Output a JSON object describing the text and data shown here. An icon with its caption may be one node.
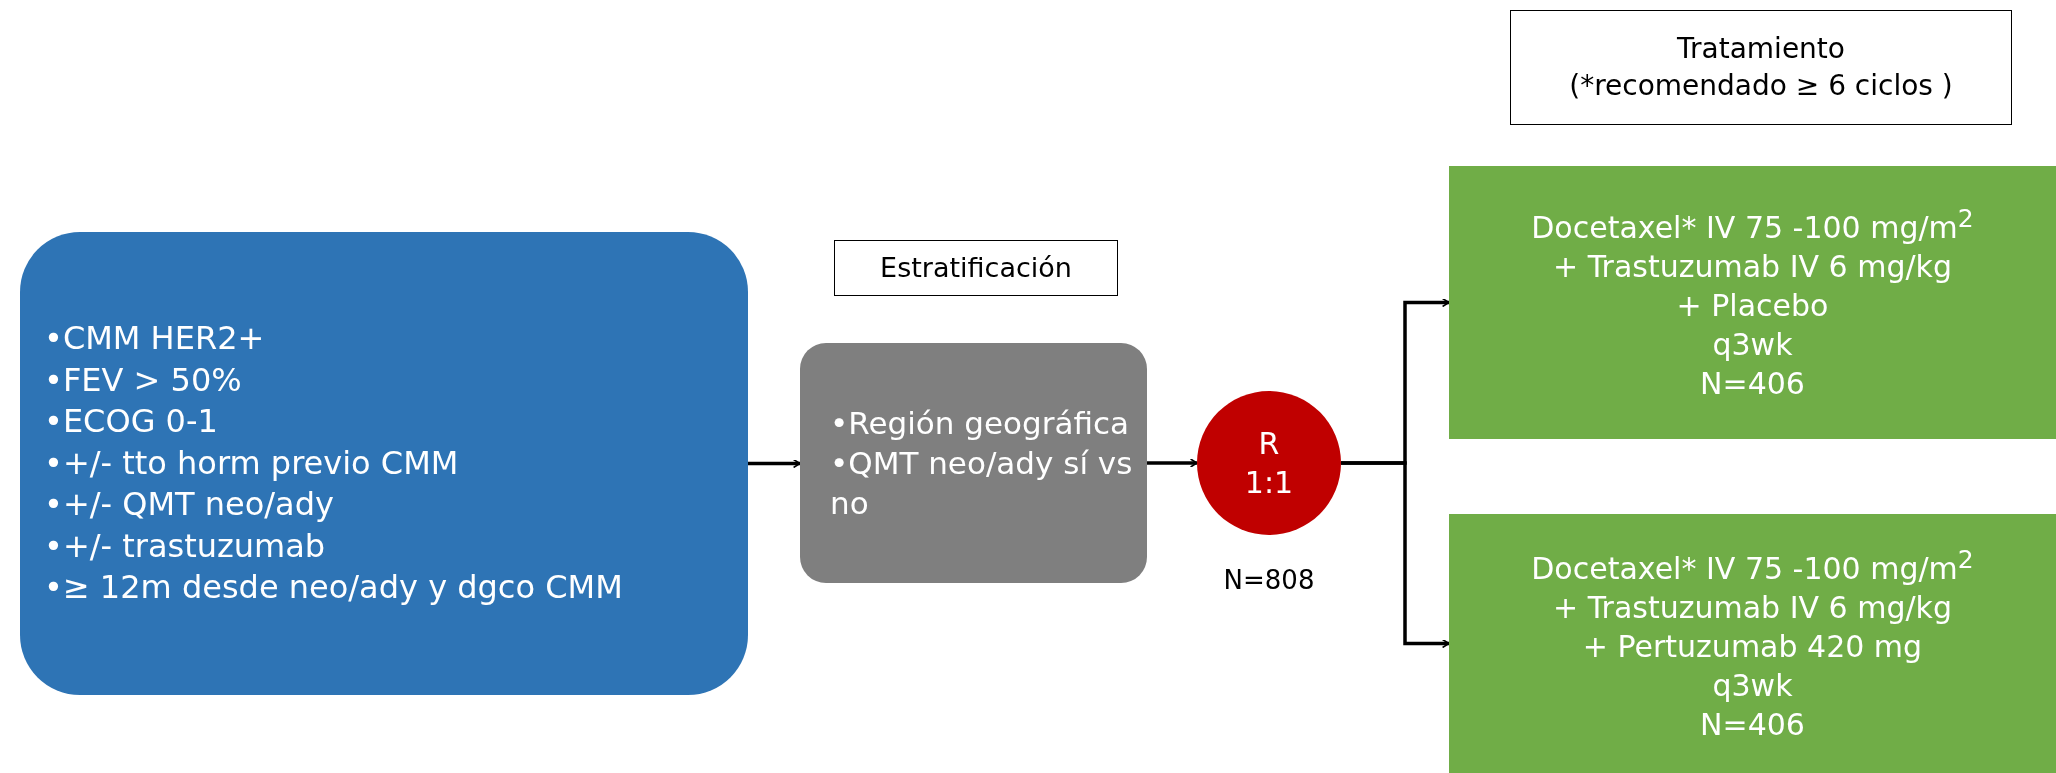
{
  "diagram": {
    "nodes": [
      {
        "text": [
          "•CMM HER2+",
          "•FEV > 50%",
          "•ECOG 0-1",
          "•+/- tto horm previo CMM",
          "•+/- QMT neo/ady",
          "•+/- trastuzumab",
          "•≥ 12m desde neo/ady y dgco CMM"
        ]
      },
      {
        "text": [
          "•Región geográfica",
          "•QMT neo/ady sí vs no"
        ]
      },
      {
        "text": [
          "Estratificación"
        ]
      },
      {
        "text": [
          "R",
          "1:1"
        ],
        "beside": [
          "N=808"
        ]
      },
      {
        "text": [
          "Tratamiento",
          "(*recomendado ≥ 6 ciclos )"
        ]
      },
      {
        "text": [
          "Docetaxel* IV 75 -100 mg/m$^{2}$",
          "+ Trastuzumab IV 6 mg/kg",
          "+ Placebo",
          "q3wk",
          "N=406"
        ]
      },
      {
        "text": [
          "Docetaxel* IV 75 -100 mg/m$^{2}$",
          "+ Trastuzumab IV 6 mg/kg",
          "+ Pertuzumab 420 mg",
          "q3wk",
          "N=406"
        ]
      }
    ],
    "edges": [
      {
        "from": 0,
        "to": 1,
        "arrow": "to"
      },
      {
        "from": 1,
        "to": 3,
        "arrow": "to"
      },
      {
        "from": 3,
        "to": 5,
        "arrow": "to"
      },
      {
        "from": 3,
        "to": 6,
        "arrow": "to"
      }
    ]
  }
}
